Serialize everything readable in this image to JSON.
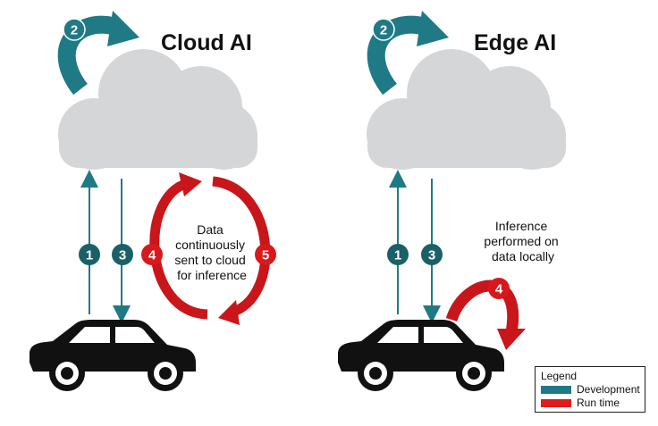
{
  "panels": {
    "cloud": {
      "title": "Cloud AI",
      "caption": [
        "Data",
        "continuously",
        "sent to cloud",
        "for inference"
      ],
      "badges": [
        "1",
        "2",
        "3",
        "4",
        "5"
      ]
    },
    "edge": {
      "title": "Edge AI",
      "caption": [
        "Inference",
        "performed on",
        "data locally"
      ],
      "badges": [
        "1",
        "2",
        "3",
        "4"
      ]
    }
  },
  "legend": {
    "title": "Legend",
    "items": [
      {
        "label": "Development",
        "color": "#1f7a85"
      },
      {
        "label": "Run time",
        "color": "#e01b1b"
      }
    ]
  },
  "colors": {
    "cloud": "#d4d6d8",
    "development": "#1f7a85",
    "runtime": "#c8161a",
    "badge_dev": "#1a6068",
    "badge_run": "#d7191c",
    "car": "#111111"
  }
}
